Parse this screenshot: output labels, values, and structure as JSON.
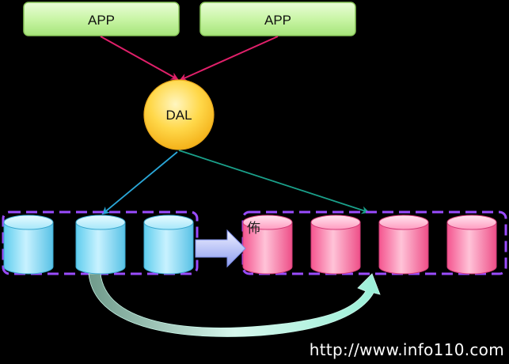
{
  "nodes": {
    "app_left": {
      "label": "APP"
    },
    "app_right": {
      "label": "APP"
    },
    "dal": {
      "label": "DAL"
    }
  },
  "databases": {
    "group_a_count": 3,
    "group_b_count": 4,
    "group_b_first_glyph": "佈"
  },
  "watermark": "http://www.info110.com",
  "colors": {
    "background": "#000000",
    "app_fill": "#c9f5a6",
    "app_border": "#8cc95c",
    "dal_fill": "#ffd84a",
    "app_to_dal_arrow": "#e0206a",
    "dal_to_db_left_arrow": "#2aa7d8",
    "dal_to_db_right_arrow": "#1aa08a",
    "group_border": "#9a4cff",
    "db_blue": "#7fdcf5",
    "db_pink": "#ff7fae",
    "migration_arrow": "#a9b6f5",
    "curved_arrow": "#b8f0e0"
  }
}
